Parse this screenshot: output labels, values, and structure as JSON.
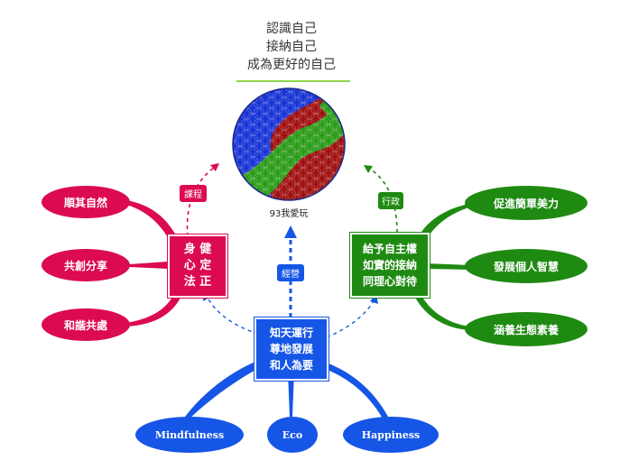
{
  "title_lines": [
    "認識自己",
    "接納自己",
    "成為更好的自己"
  ],
  "center_caption": "93我愛玩",
  "colors": {
    "red": "#dc0b4f",
    "green": "#1f8a12",
    "blue": "#1656e6",
    "underline": "#8ed44a"
  },
  "left_box": {
    "lines": [
      "身 健",
      "心 定",
      "法 正"
    ]
  },
  "right_box": {
    "lines": [
      "給予自主權",
      "如實的接納",
      "同理心對待"
    ]
  },
  "bottom_box": {
    "lines": [
      "知天運行",
      "尊地發展",
      "和人為要"
    ]
  },
  "left_items": [
    "順其自然",
    "共創分享",
    "和諧共處"
  ],
  "right_items": [
    "促進簡單美力",
    "發展個人智慧",
    "涵養生態素養"
  ],
  "bottom_items": [
    "Mindfulness",
    "Eco",
    "Happiness"
  ],
  "tags": {
    "left": "課程",
    "right": "行政",
    "bottom": "經營"
  }
}
